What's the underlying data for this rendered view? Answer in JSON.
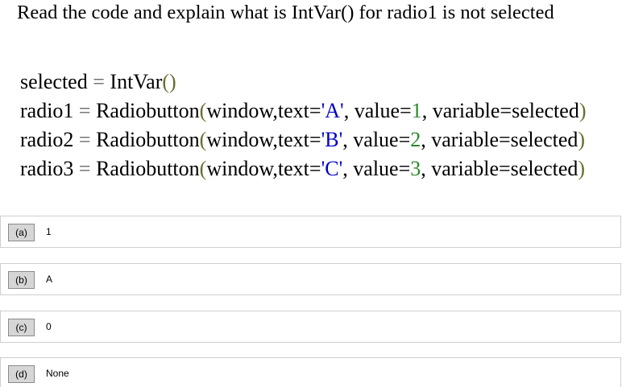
{
  "question": {
    "text": "Read the code and explain what is IntVar() for radio1 is not selected"
  },
  "code": {
    "line1": {
      "name": "selected",
      "eq": " = ",
      "call": "IntVar",
      "parens": "()"
    },
    "line2": {
      "name": "radio1",
      "eq": " = ",
      "call": "Radiobutton",
      "open": "(",
      "args_a": "window,text=",
      "str": "'A'",
      "args_b": ", value=",
      "num": "1",
      "args_c": ", variable=selected",
      "close": ")"
    },
    "line3": {
      "name": "radio2",
      "eq": " = ",
      "call": "Radiobutton",
      "open": "(",
      "args_a": "window,text=",
      "str": "'B'",
      "args_b": ", value=",
      "num": "2",
      "args_c": ", variable=selected",
      "close": ")"
    },
    "line4": {
      "name": "radio3",
      "eq": " = ",
      "call": "Radiobutton",
      "open": "(",
      "args_a": "window,text=",
      "str": "'C'",
      "args_b": ", value=",
      "num": "3",
      "args_c": ", variable=selected",
      "close": ")"
    }
  },
  "options": [
    {
      "letter": "(a)",
      "value": "1"
    },
    {
      "letter": "(b)",
      "value": "A"
    },
    {
      "letter": "(c)",
      "value": "0"
    },
    {
      "letter": "(d)",
      "value": "None"
    }
  ],
  "colors": {
    "string": "#0000c8",
    "number": "#2a8a2a",
    "paren": "#6b6b2e",
    "option_border": "#cfcfcf",
    "letter_bg": "#d6d6d6"
  }
}
